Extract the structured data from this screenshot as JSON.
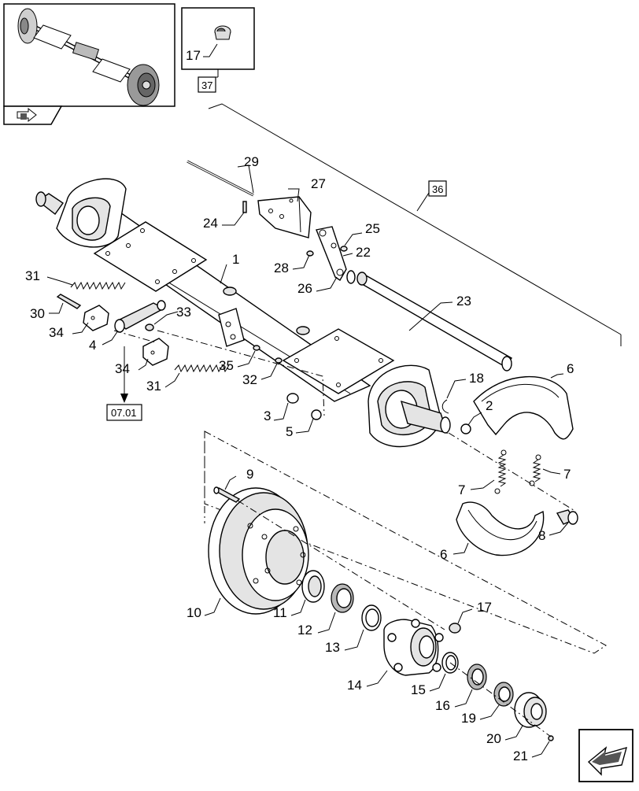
{
  "callouts": {
    "c1": "1",
    "c2": "2",
    "c3": "3",
    "c4": "4",
    "c5": "5",
    "c6a": "6",
    "c6b": "6",
    "c7a": "7",
    "c7b": "7",
    "c8": "8",
    "c9": "9",
    "c10": "10",
    "c11": "11",
    "c12": "12",
    "c13": "13",
    "c14": "14",
    "c15": "15",
    "c16": "16",
    "c17a": "17",
    "c17b": "17",
    "c18": "18",
    "c19": "19",
    "c20": "20",
    "c21": "21",
    "c22": "22",
    "c23": "23",
    "c24": "24",
    "c25": "25",
    "c26": "26",
    "c27": "27",
    "c28": "28",
    "c29": "29",
    "c30": "30",
    "c31a": "31",
    "c31b": "31",
    "c32": "32",
    "c33": "33",
    "c34a": "34",
    "c34b": "34",
    "c35": "35"
  },
  "refs": {
    "ref36": "36",
    "ref37": "37",
    "ref0701": "07.01"
  }
}
